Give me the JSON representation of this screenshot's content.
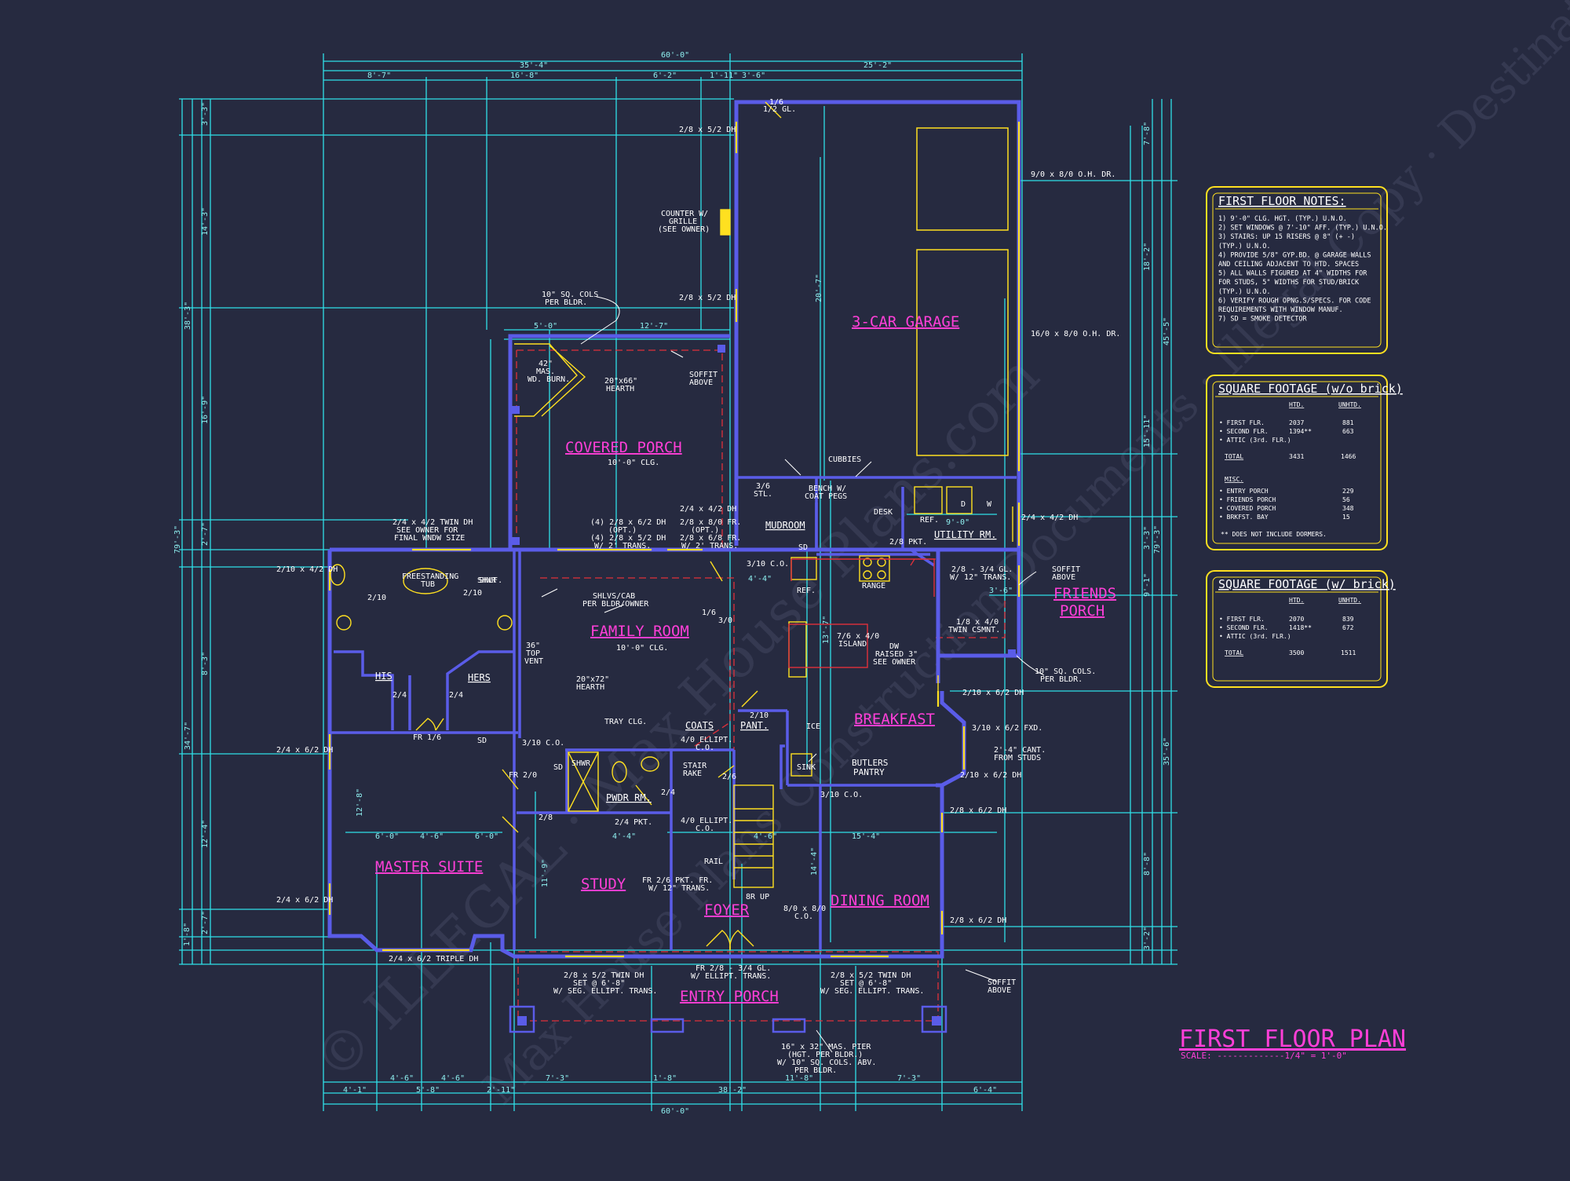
{
  "overall_dims": {
    "top": [
      "60'-0\"",
      "35'-4\"",
      "25'-2\"",
      "8'-7\"",
      "16'-8\"",
      "6'-2\"",
      "1'-11\"",
      "3'-6\""
    ],
    "bottom": [
      "60'-0\"",
      "4'-1\"",
      "4'-6\"",
      "4'-6\"",
      "5'-8\"",
      "2'-11\"",
      "7'-3\"",
      "1'-8\"",
      "11'-8\"",
      "7'-3\"",
      "6'-4\"",
      "38'-2\""
    ],
    "left": [
      "79'-3\"",
      "38'-3\"",
      "34'-7\"",
      "3'-3\"",
      "14'-3\"",
      "16'-9\"",
      "8'-3\"",
      "12'-4\"",
      "1'-8\"",
      "2'-7\"",
      "2'-7\""
    ],
    "right": [
      "79'-3\"",
      "45'-5\"",
      "35'-6\"",
      "7'-8\"",
      "18'-2\"",
      "15'-11\"",
      "3'-3\"",
      "9'-1\"",
      "8'-8\"",
      "3'-2\""
    ]
  },
  "rooms": {
    "garage": "3-CAR GARAGE",
    "covered_porch": "COVERED PORCH",
    "family_room": "FAMILY ROOM",
    "friends_porch_1": "FRIENDS",
    "friends_porch_2": "PORCH",
    "breakfast": "BREAKFAST",
    "master_suite": "MASTER SUITE",
    "study": "STUDY",
    "foyer": "FOYER",
    "dining_room": "DINING ROOM",
    "entry_porch": "ENTRY PORCH"
  },
  "labels": {
    "counter": [
      "COUNTER W/",
      "GRILLE",
      "(SEE OWNER)"
    ],
    "col_top": [
      "10\" SQ. COLS",
      "PER BLDR."
    ],
    "fireplace": [
      "42\"",
      "MAS.",
      "WD. BURN."
    ],
    "hearth_top": [
      "20\"x66\"",
      "HEARTH"
    ],
    "soffit_top": [
      "SOFFIT",
      "ABOVE"
    ],
    "covered_porch_clg": "10'-0\" CLG.",
    "cubbies": "CUBBIES",
    "bench": [
      "BENCH W/",
      "COAT PEGS"
    ],
    "stl": [
      "3/6",
      "STL."
    ],
    "desk": "DESK",
    "ref_utility": "REF.",
    "mudroom": "MUDROOM",
    "utility": "UTILITY RM.",
    "pkt_utility": "2/8 PKT.",
    "freestanding_tub": [
      "FREESTANDING",
      "TUB"
    ],
    "shlvs": [
      "SHLVS/CAB",
      "PER BLDR/OWNER"
    ],
    "family_clg": "10'-0\" CLG.",
    "top_vent": [
      "36\"",
      "TOP",
      "VENT"
    ],
    "hearth_family": [
      "20\"x72\"",
      "HEARTH"
    ],
    "tray_clg": "TRAY CLG.",
    "his": "HIS",
    "hers": "HERS",
    "range": "RANGE",
    "ref_kitchen": "REF.",
    "island": [
      "7/6 x 4/0",
      "ISLAND"
    ],
    "dw": [
      "DW",
      "RAISED 3\"",
      "SEE OWNER"
    ],
    "twin_csmnt": [
      "1/8 x 4/0",
      "TWIN CSMNT."
    ],
    "soffit_friends": [
      "SOFFIT",
      "ABOVE"
    ],
    "col_friends": [
      "10\" SQ. COLS.",
      "PER BLDR."
    ],
    "coats": "COATS",
    "pant": "PANT.",
    "ellipt_top": [
      "4/0 ELLIPT.",
      "C.O."
    ],
    "butlers": [
      "BUTLERS",
      "PANTRY"
    ],
    "ice": "ICE",
    "sink": "SINK",
    "pwdr": "PWDR RM.",
    "stair_rake": [
      "STAIR",
      "RAKE"
    ],
    "ellipt_bottom": [
      "4/0 ELLIPT.",
      "C.O."
    ],
    "pkt_study": "2/4 PKT.",
    "study_door": [
      "FR 2/6 PKT. FR.",
      "W/ 12\" TRANS."
    ],
    "rail": "RAIL",
    "up": "8R UP",
    "foyer_co": [
      "8/0 x 8/0",
      "C.O."
    ],
    "entry_door": [
      "FR 2/8 - 3/4 GL.",
      "W/ ELLIPT. TRANS."
    ],
    "front_left_window": [
      "2/8 x 5/2 TWIN DH",
      "SET @ 6'-8\"",
      "W/ SEG. ELLIPT. TRANS."
    ],
    "front_right_window": [
      "2/8 x 5/2 TWIN DH",
      "SET @ 6'-8\"",
      "W/ SEG. ELLIPT. TRANS."
    ],
    "soffit_entry": [
      "SOFFIT",
      "ABOVE"
    ],
    "pier": [
      "16\" x 32\" MAS. PIER",
      "(HGT. PER BLDR.)",
      "W/ 10\" SQ. COLS. ABV.",
      "PER BLDR."
    ],
    "triple_dh": "2/4 x 6/2 TRIPLE DH",
    "cant": [
      "2'-4\" CANT.",
      "FROM STUDS"
    ],
    "fr_1_6": "FR 1/6",
    "fr_2_0": "FR 2/0",
    "garage_door_top": "9/0 x 8/0 O.H. DR.",
    "garage_door_bottom": "16/0 x 8/0 O.H. DR.",
    "dh_window_1": "2/8 x 5/2 DH",
    "dh_window_2": "2/8 x 5/2 DH",
    "twin_dh_left": [
      "2/4 x 4/2 TWIN DH",
      "SEE OWNER FOR",
      "FINAL WNDW SIZE"
    ],
    "twin_dh_covered": [
      "(4) 2/8 x 6/2 DH",
      "(OPT.)",
      "(4) 2/8 x 5/2 DH",
      "W/ 2' TRANS."
    ],
    "fr_2_8": [
      "2/8 x 8/0 FR.",
      "(OPT.)",
      "2/8 x 6/8 FR.",
      "W/ 2' TRANS."
    ],
    "dh_mudroom": "2/4 x 4/2 DH",
    "dh_garage_side": "2/4 x 4/2 DH",
    "dh_master_top": "2/10 x 4/2 DH",
    "dh_master_mid": "2/4 x 6/2 DH",
    "dh_master_bot": "2/4 x 6/2 DH",
    "dh_breakfast_1": "2/10 x 6/2 DH",
    "fxd_breakfast": "3/10 x 6/2 FXD.",
    "dh_breakfast_2": "2/10 x 6/2 DH",
    "dh_dining_1": "2/8 x 6/2 DH",
    "dh_dining_2": "2/8 x 6/2 DH",
    "co_3_10": "3/10 C.O.",
    "co_3_10b": "3/10 C.O.",
    "co_3_10c": "3/10 C.O.",
    "gl_1_2": [
      "1/6",
      "1/2 GL."
    ],
    "gl_3_4": [
      "2/8 - 3/4 GL.",
      "W/ 12\" TRANS."
    ],
    "door_2_10": "2/10",
    "door_2_4": "2/4",
    "door_2_8": "2/8",
    "door_2_6": "2/6",
    "door_1_6": "1/6",
    "door_3_0": "3/0",
    "shwr": "SHWR",
    "shlf": "SHLF.",
    "sd": "SD",
    "ref_ktch": "REF.",
    "d": "D",
    "w": "W",
    "dim_5_0": "5'-0\"",
    "dim_12_7": "12'-7\"",
    "dim_4_4": "4'-4\"",
    "dim_9_0": "9'-0\"",
    "dim_3_6": "3'-6\"",
    "dim_6_0": "6'-0\"",
    "dim_4_6": "4'-6\"",
    "dim_15_4": "15'-4\"",
    "dim_20_7": "20'-7\"",
    "dim_13_7": "13'-7\"",
    "dim_11_9": "11'-9\"",
    "dim_14_4": "14'-4\"",
    "dim_12_8": "12'-8\""
  },
  "notes_panel": {
    "title": "FIRST FLOOR NOTES:",
    "lines": [
      "1) 9'-0\" CLG. HGT. (TYP.) U.N.O.",
      "2) SET WINDOWS @ 7'-10\" AFF. (TYP.) U.N.O.",
      "3) STAIRS: UP 15 RISERS @ 8\" (+ -)",
      "   (TYP.) U.N.O.",
      "4) PROVIDE 5/8\" GYP.BD. @ GARAGE WALLS",
      "   AND CEILING ADJACENT TO HTD. SPACES",
      "5) ALL WALLS FIGURED AT 4\" WIDTHS FOR",
      "   FOR STUDS, 5\" WIDTHS FOR STUD/BRICK",
      "   (TYP.) U.N.O.",
      "6) VERIFY ROUGH OPNG.S/SPECS. FOR CODE",
      "   REQUIREMENTS WITH WINDOW MANUF.",
      "7) SD = SMOKE DETECTOR"
    ]
  },
  "sqft_nobrick": {
    "title": "SQUARE FOOTAGE (w/o brick)",
    "col_htd": "HTD.",
    "col_unhtd": "UNHTD.",
    "rows": [
      {
        "label": "• FIRST FLR.",
        "htd": "2037",
        "unhtd": "881"
      },
      {
        "label": "• SECOND FLR.",
        "htd": "1394**",
        "unhtd": "663"
      },
      {
        "label": "• ATTIC (3rd. FLR.)",
        "htd": "",
        "unhtd": ""
      }
    ],
    "total_label": "TOTAL",
    "total_htd": "3431",
    "total_unhtd": "1466",
    "misc_label": "MISC.",
    "misc_rows": [
      {
        "label": "• ENTRY PORCH",
        "val": "229"
      },
      {
        "label": "• FRIENDS PORCH",
        "val": "56"
      },
      {
        "label": "• COVERED PORCH",
        "val": "348"
      },
      {
        "label": "• BRKFST. BAY",
        "val": "15"
      }
    ],
    "footnote": "** DOES NOT INCLUDE DORMERS."
  },
  "sqft_brick": {
    "title": "SQUARE FOOTAGE (w/ brick)",
    "col_htd": "HTD.",
    "col_unhtd": "UNHTD.",
    "rows": [
      {
        "label": "• FIRST FLR.",
        "htd": "2070",
        "unhtd": "839"
      },
      {
        "label": "• SECOND FLR.",
        "htd": "1418**",
        "unhtd": "672"
      },
      {
        "label": "• ATTIC (3rd. FLR.)",
        "htd": "",
        "unhtd": ""
      }
    ],
    "total_label": "TOTAL",
    "total_htd": "3500",
    "total_unhtd": "1511"
  },
  "title_block": {
    "title": "FIRST FLOOR PLAN",
    "scale": "SCALE: -------------1/4\" = 1'-0\""
  },
  "watermark": {
    "line1": "© ILLEGAL · Max House Plans.com",
    "line2": "Max House Plans Construction Documents · Illegal Copy · Destination"
  },
  "colors": {
    "background": "#262a40",
    "dimension": "#2fe0e8",
    "wall": "#5a5ce8",
    "room_label": "#ff3fd8",
    "hidden_line": "#e0303a",
    "fixture": "#ffe020",
    "text": "#ffffff"
  }
}
